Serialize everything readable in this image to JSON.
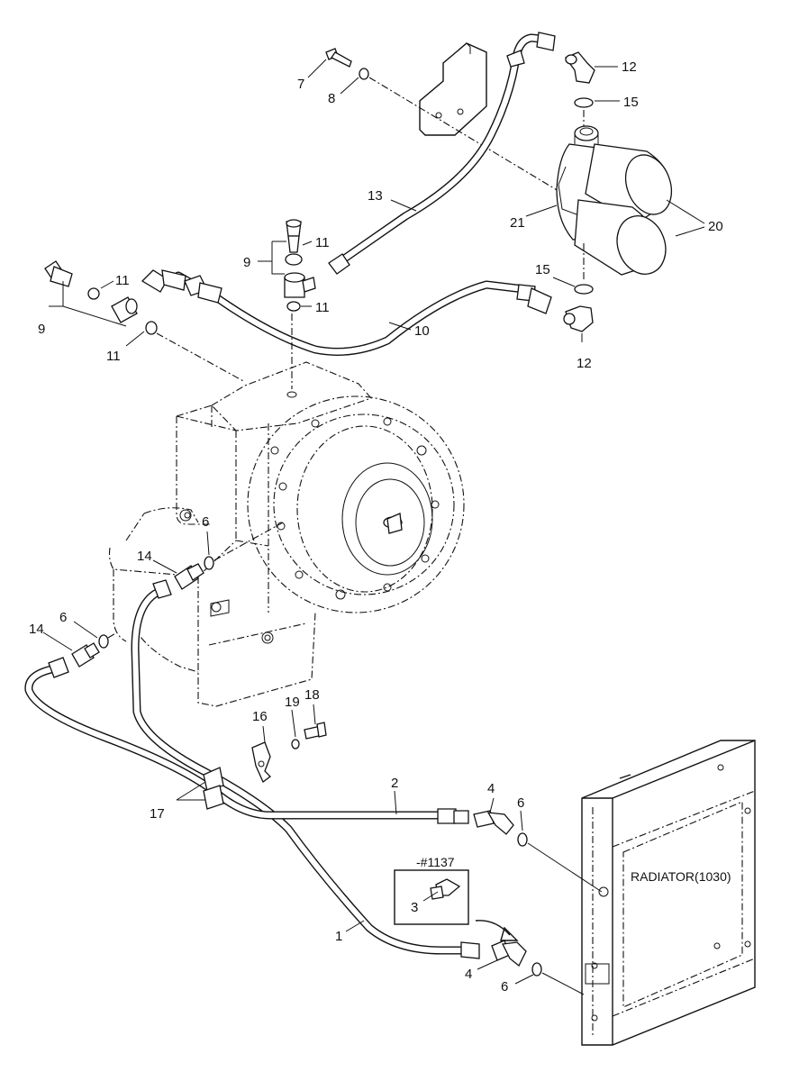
{
  "callouts": {
    "c7": "7",
    "c8": "8",
    "c12_top": "12",
    "c15_top": "15",
    "c13": "13",
    "c21": "21",
    "c20": "20",
    "c9_center": "9",
    "c11_center_top": "11",
    "c11_center_bot": "11",
    "c9_left": "9",
    "c11_left_top": "11",
    "c11_left_bot": "11",
    "c15_bot": "15",
    "c10": "10",
    "c12_bot": "12",
    "c6_upper": "6",
    "c14_upper": "14",
    "c14_lower": "14",
    "c6_left": "6",
    "c16": "16",
    "c19": "19",
    "c18": "18",
    "c17": "17",
    "c2": "2",
    "c4_upper": "4",
    "c6_right_upper": "6",
    "c1": "1",
    "c3": "3",
    "c4_lower": "4",
    "c6_right_lower": "6"
  },
  "inset": {
    "label": "-#1137"
  },
  "radiator": {
    "label": "RADIATOR(1030)"
  }
}
